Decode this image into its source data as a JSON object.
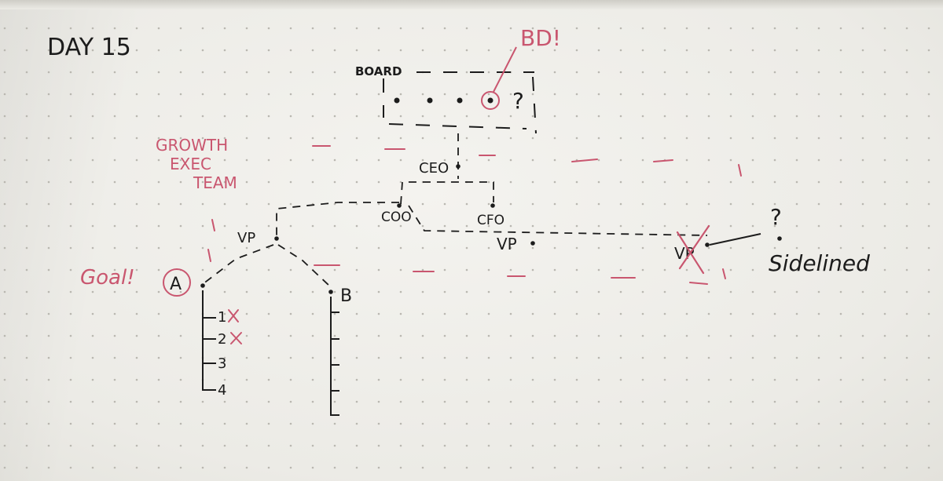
{
  "page_title": "DAY 15",
  "board": {
    "label": "BOARD",
    "unknown_mark": "?"
  },
  "bd_note": "BD!",
  "growth_note": [
    "GROWTH",
    "EXEC",
    "TEAM"
  ],
  "executives": {
    "ceo": "CEO",
    "coo": "COO",
    "cfo": "CFO"
  },
  "vps": {
    "left": "VP",
    "middle": "VP",
    "crossed": "VP"
  },
  "goal_note": "Goal!",
  "team_a": {
    "label": "A",
    "members": [
      "1",
      "2",
      "3",
      "4"
    ],
    "crossed_members": [
      "1",
      "2"
    ]
  },
  "team_b": {
    "label": "B"
  },
  "sidelined": {
    "mark": "?",
    "label": "Sidelined"
  },
  "colors": {
    "ink": "#1c1c1c",
    "red_pen": "#c9566f",
    "paper": "#ecebe6",
    "grid_dot": "#b9b7b0"
  }
}
